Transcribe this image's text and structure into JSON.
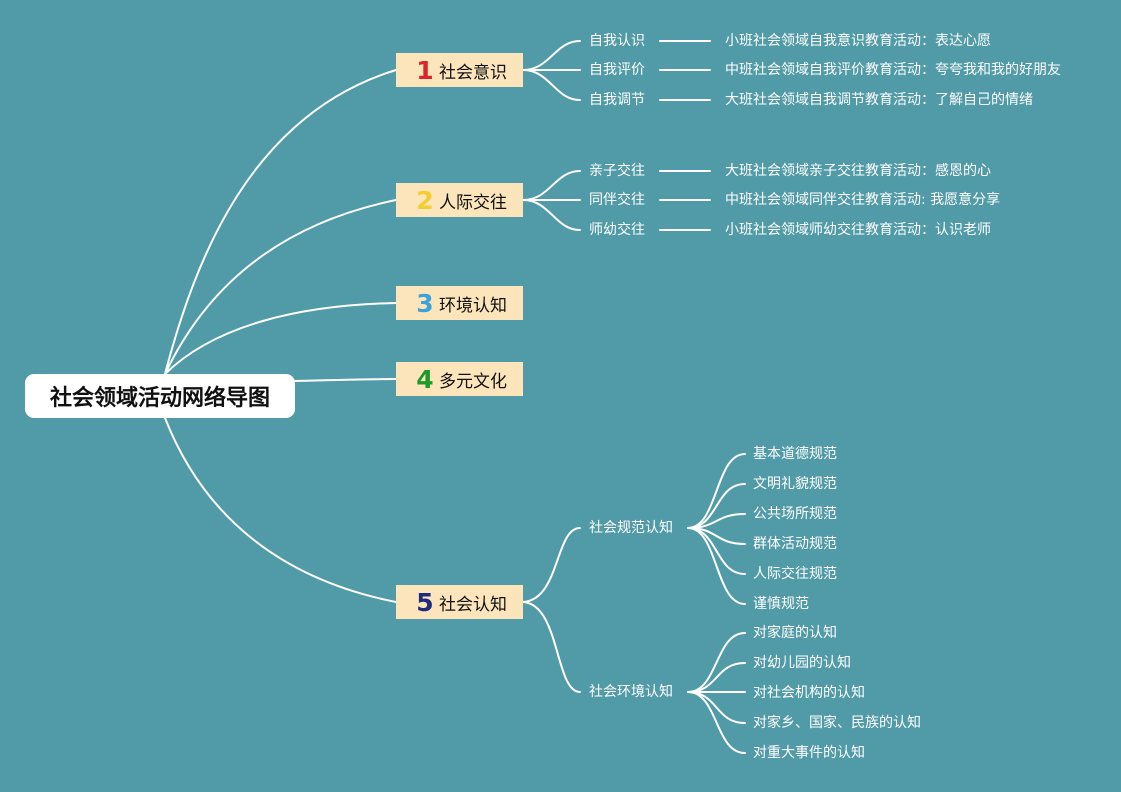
{
  "root": {
    "label": "社会领域活动网络导图"
  },
  "colors": {
    "background": "#509ba7",
    "topic_box": "#fce4bb",
    "connector": "#ffffff"
  },
  "topics": [
    {
      "num": "1",
      "num_color": "#d9252e",
      "label": "社会意识",
      "children": [
        {
          "label": "自我认识",
          "activity": "小班社会领域自我意识教育活动：表达心愿"
        },
        {
          "label": "自我评价",
          "activity": "中班社会领域自我评价教育活动：夸夸我和我的好朋友"
        },
        {
          "label": "自我调节",
          "activity": "大班社会领域自我调节教育活动：了解自己的情绪"
        }
      ]
    },
    {
      "num": "2",
      "num_color": "#f2cf2f",
      "label": "人际交往",
      "children": [
        {
          "label": "亲子交往",
          "activity": "大班社会领域亲子交往教育活动：感恩的心"
        },
        {
          "label": "同伴交往",
          "activity": "中班社会领域同伴交往教育活动: 我愿意分享"
        },
        {
          "label": "师幼交往",
          "activity": "小班社会领域师幼交往教育活动：认识老师"
        }
      ]
    },
    {
      "num": "3",
      "num_color": "#3aa3dc",
      "label": "环境认知"
    },
    {
      "num": "4",
      "num_color": "#1e9a2c",
      "label": "多元文化"
    },
    {
      "num": "5",
      "num_color": "#1f2b7c",
      "label": "社会认知",
      "children": [
        {
          "label": "社会规范认知",
          "items": [
            "基本道德规范",
            "文明礼貌规范",
            "公共场所规范",
            "群体活动规范",
            "人际交往规范",
            "谨慎规范"
          ]
        },
        {
          "label": "社会环境认知",
          "items": [
            "对家庭的认知",
            "对幼儿园的认知",
            "对社会机构的认知",
            "对家乡、国家、民族的认知",
            "对重大事件的认知"
          ]
        }
      ]
    }
  ]
}
